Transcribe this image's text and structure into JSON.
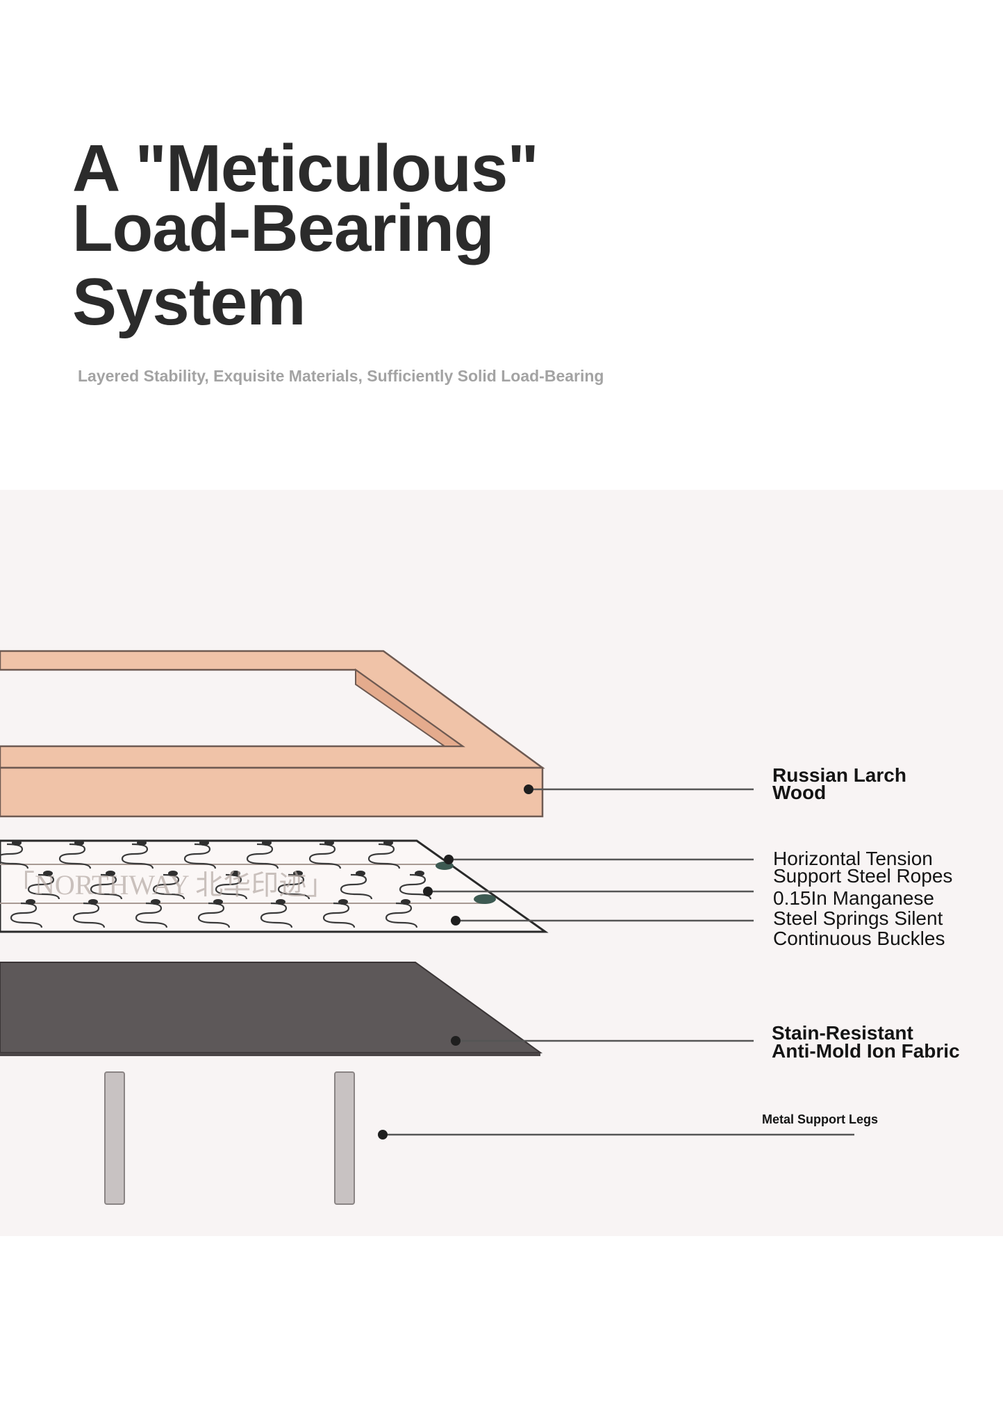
{
  "header": {
    "title_lines": [
      "A \"Meticulous\"",
      "Load-Bearing",
      "System"
    ],
    "subtitle": "Layered Stability, Exquisite Materials, Sufficiently Solid Load-Bearing"
  },
  "diagram": {
    "watermark": "「NORTHWAY 北华印迹」",
    "callouts": {
      "frame": [
        "Russian Larch",
        "Wood"
      ],
      "springs": [
        "Horizontal Tension",
        "Support Steel Ropes",
        "0.15In Manganese",
        "Steel Springs Silent",
        "Continuous Buckles"
      ],
      "fabric": [
        "Stain-Resistant",
        "Anti-Mold Ion Fabric"
      ],
      "legs": "Metal Support Legs"
    },
    "colors": {
      "panel_background": "#f8f4f4",
      "frame_fill": "#f0c3a8",
      "frame_stroke": "#6e5a52",
      "fabric_fill": "#5d5859",
      "leg_fill": "#c8c2c2",
      "spring_stroke": "#3a3a3a",
      "callout_line": "#555555",
      "callout_dot": "#1f1f1f"
    }
  }
}
